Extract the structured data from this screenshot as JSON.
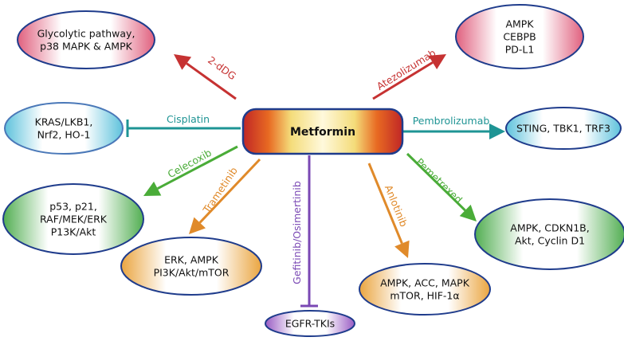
{
  "center": {
    "label": "Metformin"
  },
  "targets": [
    {
      "id": "glycolytic",
      "lines": [
        "Glycolytic pathway,",
        "p38 MAPK & AMPK"
      ],
      "color": "#e0607e",
      "edge": "#1f3c8c"
    },
    {
      "id": "ampk-cebpb",
      "lines": [
        "AMPK",
        "CEBPB",
        "PD-L1"
      ],
      "color": "#e0607e",
      "edge": "#1f3c8c"
    },
    {
      "id": "kras",
      "lines": [
        "KRAS/LKB1,",
        "Nrf2, HO-1"
      ],
      "color": "#5ec2dc",
      "edge": "#4a78b8"
    },
    {
      "id": "sting",
      "lines": [
        "STING, TBK1, TRF3"
      ],
      "color": "#5ec2dc",
      "edge": "#1f3c8c"
    },
    {
      "id": "p53",
      "lines": [
        "p53, p21,",
        "RAF/MEK/ERK",
        "P13K/Akt"
      ],
      "color": "#52ae52",
      "edge": "#1f3c8c"
    },
    {
      "id": "cdkn1b",
      "lines": [
        "AMPK, CDKN1B,",
        "Akt, Cyclin D1"
      ],
      "color": "#52ae52",
      "edge": "#1f3c8c"
    },
    {
      "id": "erk",
      "lines": [
        "ERK, AMPK",
        "PI3K/Akt/mTOR"
      ],
      "color": "#eaa540",
      "edge": "#1f3c8c"
    },
    {
      "id": "acc",
      "lines": [
        "AMPK, ACC, MAPK",
        "mTOR, HIF-1α"
      ],
      "color": "#eaa540",
      "edge": "#1f3c8c"
    },
    {
      "id": "egfr",
      "lines": [
        "EGFR-TKIs"
      ],
      "color": "#9a5cc4",
      "edge": "#1f3c8c"
    }
  ],
  "edges": [
    {
      "label": "2-dDG",
      "kind": "arrow",
      "color": "#c63232"
    },
    {
      "label": "Atezolizumab",
      "kind": "arrow",
      "color": "#c63232"
    },
    {
      "label": "Cisplatin",
      "kind": "inhibit",
      "color": "#1e9494"
    },
    {
      "label": "Pembrolizumab",
      "kind": "arrow",
      "color": "#1e9494"
    },
    {
      "label": "Celecoxib",
      "kind": "arrow",
      "color": "#4aac38"
    },
    {
      "label": "Pemetrexed",
      "kind": "arrow",
      "color": "#4aac38"
    },
    {
      "label": "Trametinib",
      "kind": "arrow",
      "color": "#e08a2a"
    },
    {
      "label": "Anlotinib",
      "kind": "arrow",
      "color": "#e08a2a"
    },
    {
      "label": "Gefitinib/Osimertinib",
      "kind": "inhibit",
      "color": "#7a48b4"
    }
  ]
}
